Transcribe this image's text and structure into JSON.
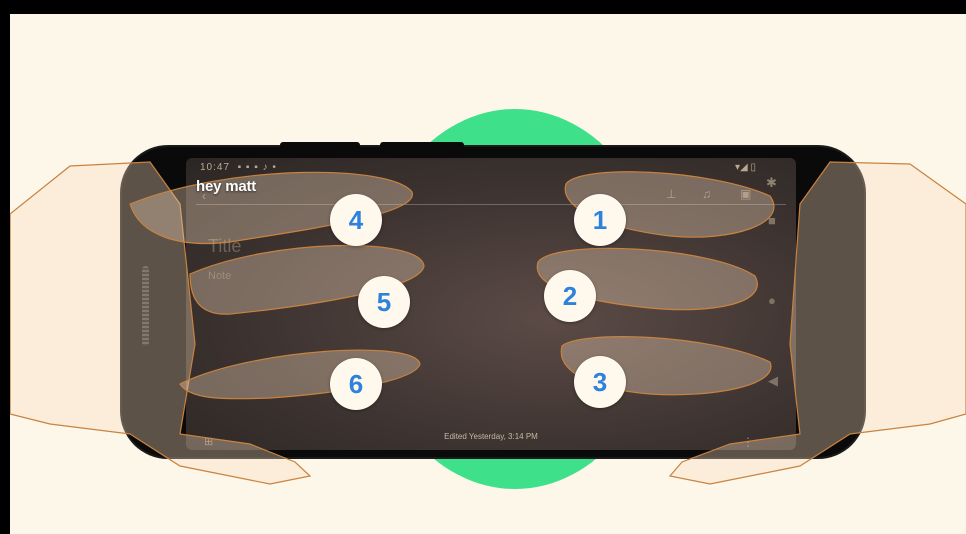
{
  "caption": "hey matt",
  "phone": {
    "status_time": "10:47",
    "note_title": "Title",
    "note_body": "Note",
    "edited_text": "Edited Yesterday, 3:14 PM"
  },
  "icons": {
    "back": "arrow-left-icon",
    "pin": "pin-icon",
    "reminder": "bell-icon",
    "archive": "archive-icon",
    "add": "plus-box-icon",
    "more": "more-vert-icon",
    "recents": "square-icon",
    "home": "circle-icon",
    "nav_back": "triangle-left-icon"
  },
  "finger_badges": [
    "1",
    "2",
    "3",
    "4",
    "5",
    "6"
  ],
  "colors": {
    "background": "#fdf7ea",
    "accent_circle": "#3fe08a",
    "badge_number": "#2c82dd",
    "hand_fill": "#f7d9bd",
    "hand_outline": "#c9823f"
  }
}
